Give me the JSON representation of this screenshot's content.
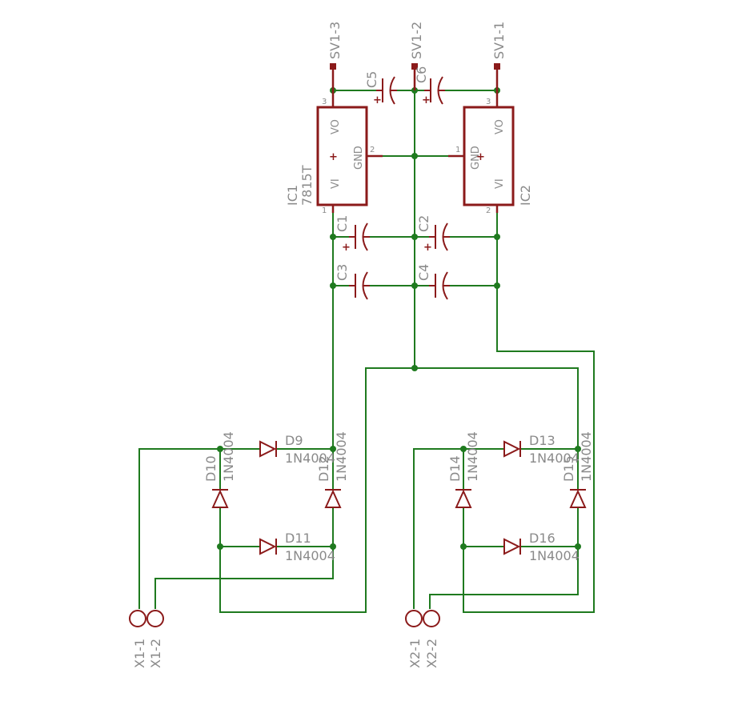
{
  "connectors": {
    "sv1_3": "SV1-3",
    "sv1_2": "SV1-2",
    "sv1_1": "SV1-1",
    "x1_1": "X1-1",
    "x1_2": "X1-2",
    "x2_1": "X2-1",
    "x2_2": "X2-2"
  },
  "regulators": {
    "ic1": {
      "name": "IC1",
      "value": "7815T",
      "vi": "VI",
      "vo": "VO",
      "gnd": "GND",
      "plus": "+"
    },
    "ic2": {
      "name": "IC2",
      "vi": "VI",
      "vo": "VO",
      "gnd": "GND",
      "plus": "+"
    }
  },
  "pins": {
    "p1": "1",
    "p2": "2",
    "p3": "3"
  },
  "capacitors": {
    "c1": "C1",
    "c2": "C2",
    "c3": "C3",
    "c4": "C4",
    "c5": "C5",
    "c6": "C6",
    "polarity": "+"
  },
  "diodes": {
    "d9": "D9",
    "d10": "D10",
    "d11": "D11",
    "d12": "D12",
    "d13": "D13",
    "d14": "D14",
    "d15": "D15",
    "d16": "D16",
    "value": "1N4004"
  }
}
